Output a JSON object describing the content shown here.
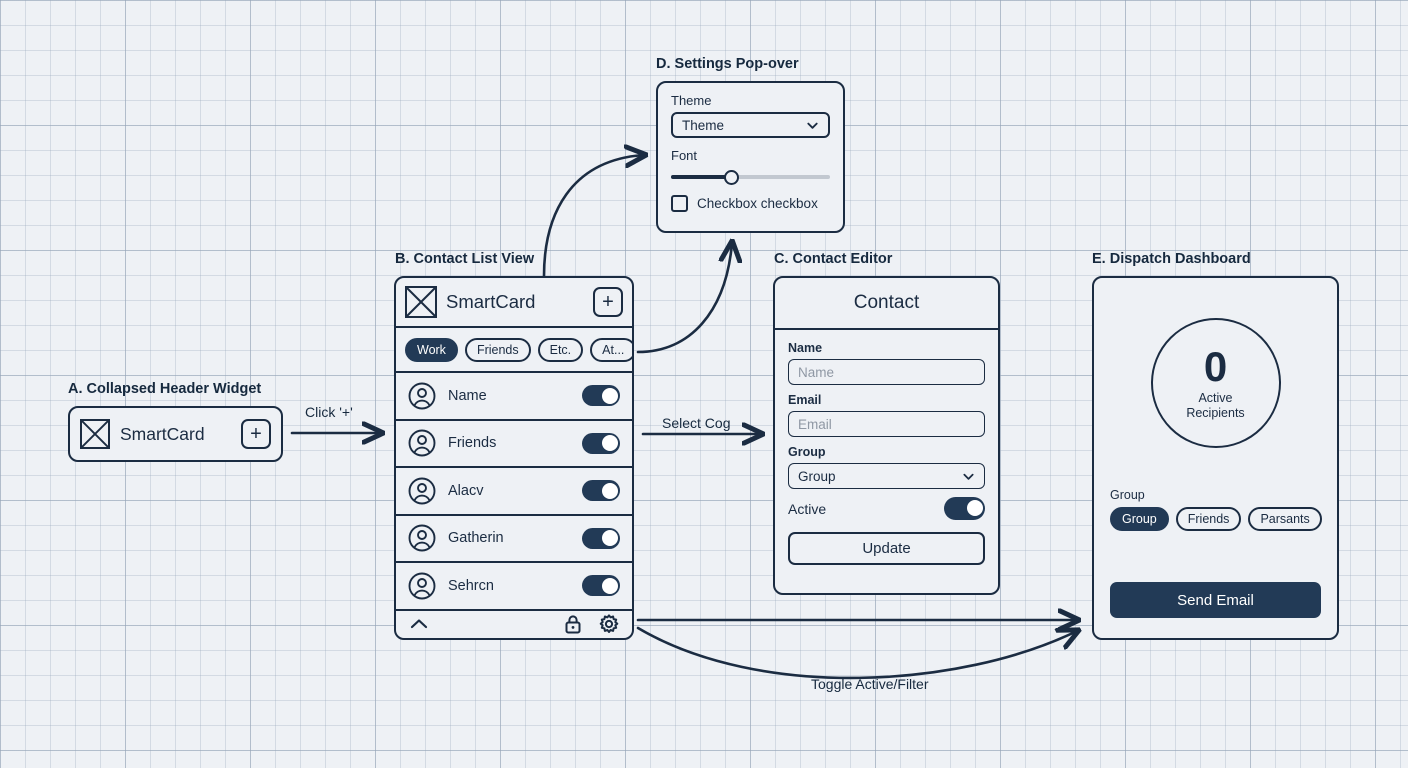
{
  "brand": "SmartCard",
  "sections": {
    "a": {
      "caption": "A. Collapsed Header Widget",
      "title": "SmartCard",
      "plus": "+"
    },
    "b": {
      "caption": "B. Contact List View",
      "title": "SmartCard",
      "plus": "+",
      "chips": [
        {
          "label": "Work",
          "selected": true
        },
        {
          "label": "Friends",
          "selected": false
        },
        {
          "label": "Etc.",
          "selected": false
        },
        {
          "label": "At...",
          "selected": false
        },
        {
          "label": "",
          "selected": false
        }
      ],
      "rows": [
        {
          "name": "Name",
          "active": true
        },
        {
          "name": "Friends",
          "active": true
        },
        {
          "name": "Alacv",
          "active": true
        },
        {
          "name": "Gatherin",
          "active": true
        },
        {
          "name": "Sehrcn",
          "active": true
        }
      ],
      "footer": {
        "collapse": "chevron-up-icon",
        "lock": "lock-icon",
        "settings": "gear-icon"
      }
    },
    "c": {
      "caption": "C. Contact Editor",
      "title": "Contact",
      "name_label": "Name",
      "name_value": "",
      "name_placeholder": "Name",
      "email_label": "Email",
      "email_value": "",
      "email_placeholder": "Email",
      "group_label": "Group",
      "group_value": "Group",
      "active_label": "Active",
      "active": true,
      "update_label": "Update"
    },
    "d": {
      "caption": "D. Settings Pop-over",
      "theme_label": "Theme",
      "theme_value": "Theme",
      "font_label": "Font",
      "font_slider_percent": 38,
      "checkbox_label": "Checkbox checkbox",
      "checkbox_checked": false
    },
    "e": {
      "caption": "E. Dispatch Dashboard",
      "count": "0",
      "count_sub_line1": "Active",
      "count_sub_line2": "Recipients",
      "group_label": "Group",
      "chips": [
        {
          "label": "Group",
          "selected": true
        },
        {
          "label": "Friends",
          "selected": false
        },
        {
          "label": "Parsants",
          "selected": false
        }
      ],
      "send_label": "Send Email"
    }
  },
  "edges": [
    {
      "id": "a-to-b",
      "label": "Click '+'"
    },
    {
      "id": "b-to-c",
      "label": "Select Cog"
    },
    {
      "id": "b-to-e-curve",
      "label": "Toggle Active/Filter"
    }
  ],
  "colors": {
    "ink": "#1b2c42",
    "accent": "#223a56",
    "canvas": "#eef1f5",
    "grid": "#96a5b9",
    "placeholder": "#8f98a4"
  }
}
